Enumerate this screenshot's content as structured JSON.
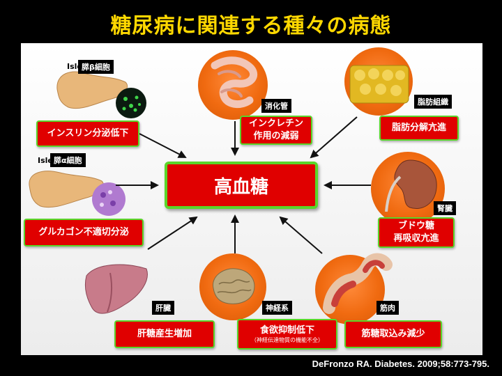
{
  "title": "糖尿病に関連する種々の病態",
  "center": "高血糖",
  "citation": "DeFronzo RA. Diabetes. 2009;58:773-795.",
  "islet_label": "Islet Cell",
  "nodes": {
    "beta": {
      "tag": "膵β細胞",
      "text": "インスリン分泌低下"
    },
    "gut": {
      "tag": "消化管",
      "line1": "インクレチン",
      "line2": "作用の減弱"
    },
    "adipose": {
      "tag": "脂肪組織",
      "text": "脂肪分解亢進"
    },
    "alpha": {
      "tag": "膵α細胞",
      "text": "グルカゴン不適切分泌"
    },
    "kidney": {
      "tag": "腎臓",
      "line1": "ブドウ糖",
      "line2": "再吸収亢進"
    },
    "liver": {
      "tag": "肝臓",
      "text": "肝糖産生増加"
    },
    "brain": {
      "tag": "神経系",
      "text": "食欲抑制低下",
      "sub": "（神経伝達物質の機能不全）"
    },
    "muscle": {
      "tag": "筋肉",
      "text": "筋糖取込み減少"
    }
  },
  "colors": {
    "title": "#ffd800",
    "box_fill": "#e00000",
    "box_border": "#5ad62a",
    "circle": "#f06a10",
    "arrow": "#111111"
  }
}
